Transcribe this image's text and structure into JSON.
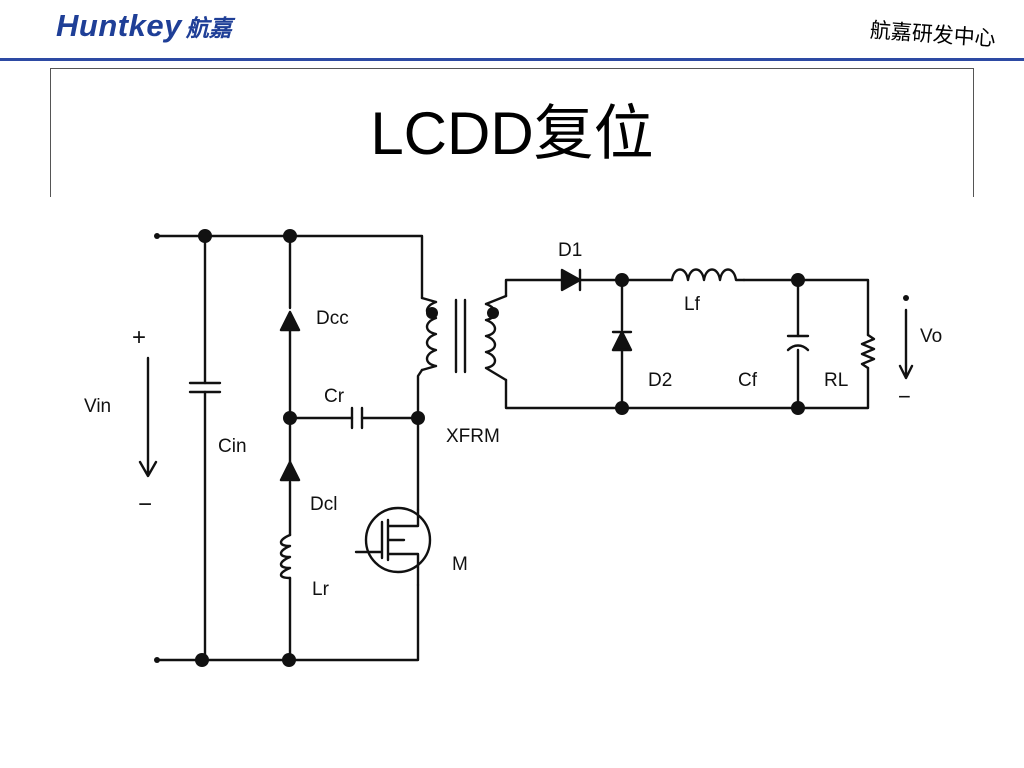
{
  "header": {
    "brand_latin": "Huntkey",
    "brand_cjk": "航嘉",
    "center_name": "航嘉研发中心"
  },
  "slide": {
    "title": "LCDD复位"
  },
  "diagram": {
    "labels": {
      "vin": "Vin",
      "vin_plus": "+",
      "vin_minus": "−",
      "cin": "Cin",
      "dcc": "Dcc",
      "cr": "Cr",
      "dcl": "Dcl",
      "lr": "Lr",
      "xfrm": "XFRM",
      "m": "M",
      "d1": "D1",
      "lf": "Lf",
      "d2": "D2",
      "cf": "Cf",
      "rl": "RL",
      "vo": "Vo",
      "vo_plus": "+",
      "vo_minus": "−"
    }
  }
}
